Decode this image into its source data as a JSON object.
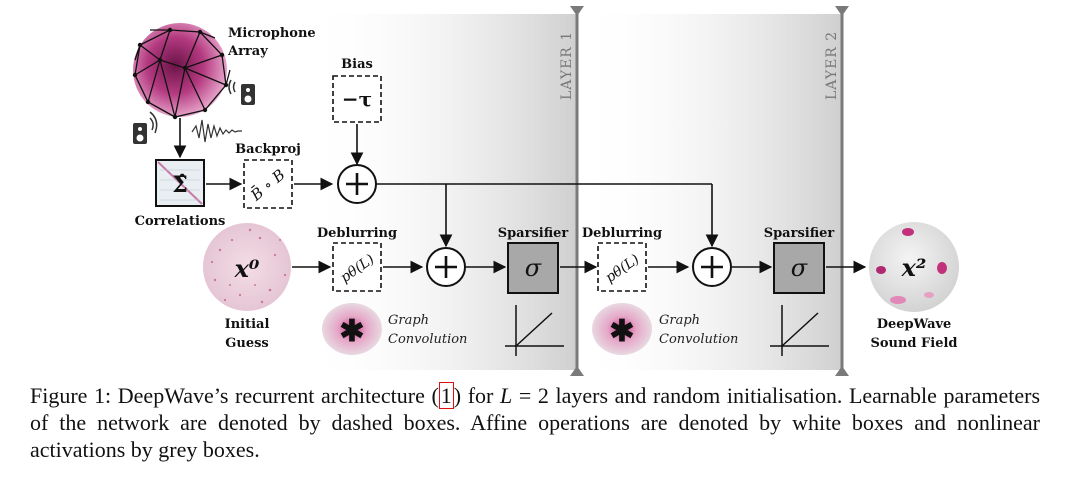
{
  "labels": {
    "microphone_array_line1": "Microphone",
    "microphone_array_line2": "Array",
    "bias": "Bias",
    "backproj": "Backproj",
    "correlations": "Correlations",
    "deblurring_1": "Deblurring",
    "deblurring_2": "Deblurring",
    "sparsifier_1": "Sparsifier",
    "sparsifier_2": "Sparsifier",
    "initial_guess_line1": "Initial",
    "initial_guess_line2": "Guess",
    "graph_conv_1_line1": "Graph",
    "graph_conv_1_line2": "Convolution",
    "graph_conv_2_line1": "Graph",
    "graph_conv_2_line2": "Convolution",
    "deepwave_line1": "DeepWave",
    "deepwave_line2": "Sound Field",
    "layer1": "LAYER 1",
    "layer2": "LAYER 2"
  },
  "symbols": {
    "bias": "−τ",
    "sigma_hat": "Σ̂",
    "backproj": "B̄ ∘ B",
    "deblur": "pθ(L)",
    "sigma": "σ",
    "x0": "x⁰",
    "x2": "x²",
    "plus": "+",
    "conv": "✱"
  },
  "caption": {
    "part1": "Figure 1: DeepWave’s recurrent architecture (",
    "ref": "1",
    "part2": ") for ",
    "L": "L",
    "part3": " = 2 layers and random initialisation. Learnable parameters of the network are denoted by dashed boxes. Affine operations are denoted by white boxes and nonlinear activations by grey boxes."
  },
  "colors": {
    "accent_pink": "#b0306e",
    "grey_box": "#a8a8a8",
    "layer_marker": "#7a7a7a",
    "ref_box": "#e01010"
  }
}
